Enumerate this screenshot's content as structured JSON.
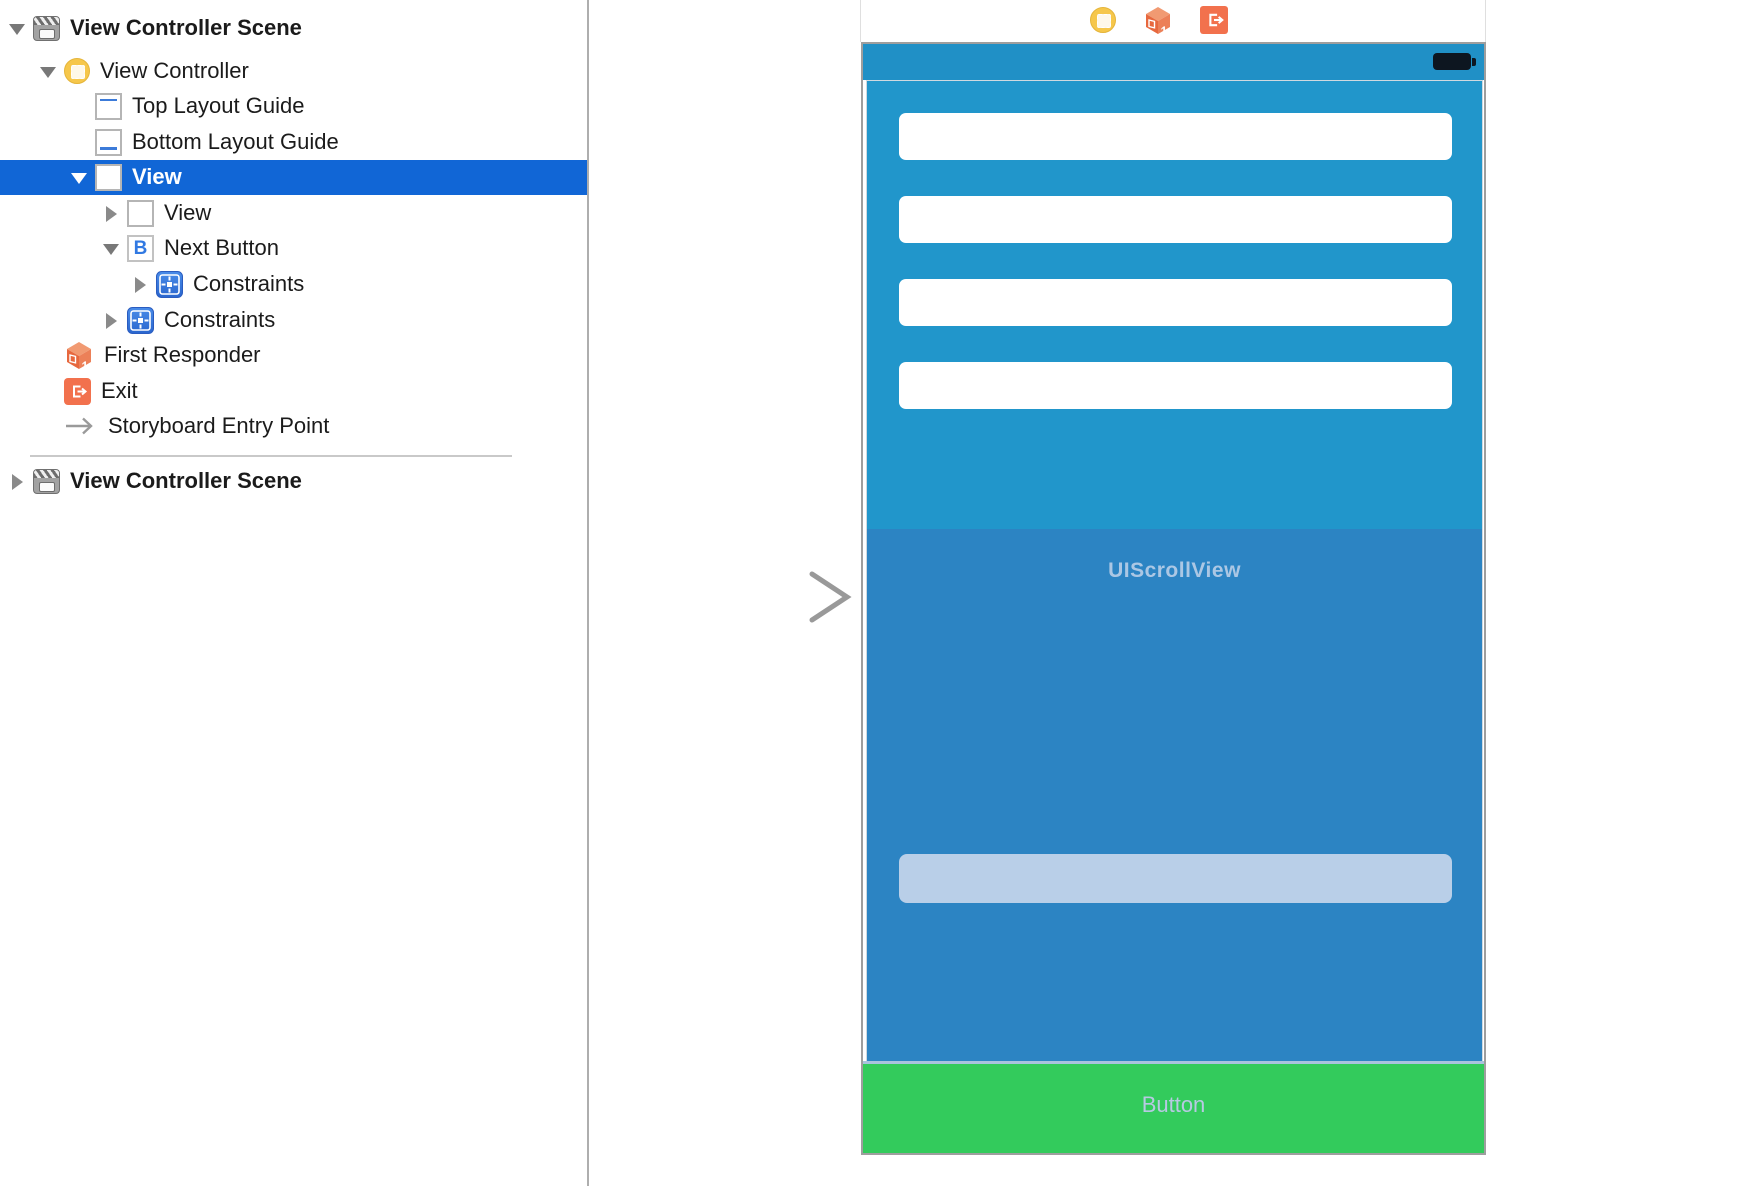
{
  "outline": {
    "b_icon_letter": "B",
    "rows": [
      {
        "label": "View Controller Scene",
        "selected": false
      },
      {
        "label": "View Controller",
        "selected": false
      },
      {
        "label": "Top Layout Guide",
        "selected": false
      },
      {
        "label": "Bottom Layout Guide",
        "selected": false
      },
      {
        "label": "View",
        "selected": true
      },
      {
        "label": "View",
        "selected": false
      },
      {
        "label": "Next Button",
        "selected": false
      },
      {
        "label": "Constraints",
        "selected": false
      },
      {
        "label": "Constraints",
        "selected": false
      },
      {
        "label": "First Responder",
        "selected": false
      },
      {
        "label": "Exit",
        "selected": false
      },
      {
        "label": "Storyboard Entry Point",
        "selected": false
      },
      {
        "label": "View Controller Scene",
        "selected": false
      }
    ]
  },
  "canvas": {
    "scrollview_label": "UIScrollView",
    "button_label": "Button",
    "battery_level": "full",
    "dock_icons": [
      "view-controller-icon",
      "first-responder-icon",
      "exit-icon"
    ],
    "colors": {
      "selection_blue": "#1166D6",
      "status_blue": "#2090C6",
      "view_blue": "#2196CB",
      "scrollview_blue": "#2C84C3",
      "button_green": "#33CB5C",
      "field_white": "#FFFFFF",
      "placeholder_blue": "#B9CFE8",
      "label_blue": "#ABC7E4",
      "vc_yellow": "#F6C74B"
    }
  }
}
